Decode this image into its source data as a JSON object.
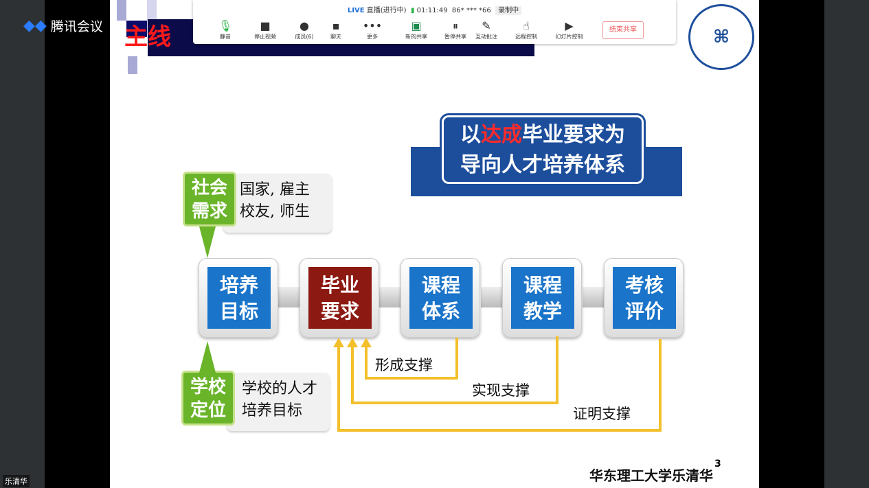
{
  "app": {
    "brand": "腾讯会议",
    "participant_name": "乐清华"
  },
  "meeting": {
    "live": "LIVE",
    "live_status": "直播(进行中)",
    "duration": "01:11:49",
    "meeting_id": "86* *** *66",
    "recording": "录制中"
  },
  "toolbar": [
    {
      "icon": "microphone-icon",
      "label": "静音"
    },
    {
      "icon": "video-camera-icon",
      "label": "停止视频"
    },
    {
      "icon": "members-icon",
      "label": "成员(6)"
    },
    {
      "icon": "chat-icon",
      "label": "聊天"
    },
    {
      "icon": "more-icon",
      "label": "更多"
    },
    {
      "icon": "new-share-icon",
      "label": "新的共享"
    },
    {
      "icon": "pause-share-icon",
      "label": "暂停共享"
    },
    {
      "icon": "annotate-icon",
      "label": "互动批注"
    },
    {
      "icon": "remote-control-icon",
      "label": "远程控制"
    },
    {
      "icon": "slide-control-icon",
      "label": "幻灯片控制"
    }
  ],
  "end_share": "结束共享",
  "slide": {
    "title_visible": "主线",
    "ribbon": {
      "line1_pre": "以",
      "line1_red": "达成",
      "line1_post": "毕业要求为",
      "line2": "导向人才培养体系"
    },
    "boxes": [
      [
        "培养",
        "目标"
      ],
      [
        "毕业",
        "要求"
      ],
      [
        "课程",
        "体系"
      ],
      [
        "课程",
        "教学"
      ],
      [
        "考核",
        "评价"
      ]
    ],
    "top_green": [
      "社会",
      "需求"
    ],
    "top_note": [
      "国家, 雇主",
      "校友, 师生"
    ],
    "bottom_green": [
      "学校",
      "定位"
    ],
    "bottom_note": [
      "学校的人才",
      "培养目标"
    ],
    "supports": [
      "形成支撑",
      "实现支撑",
      "证明支撑"
    ],
    "signature": "华东理工大学乐清华",
    "page": "3"
  }
}
